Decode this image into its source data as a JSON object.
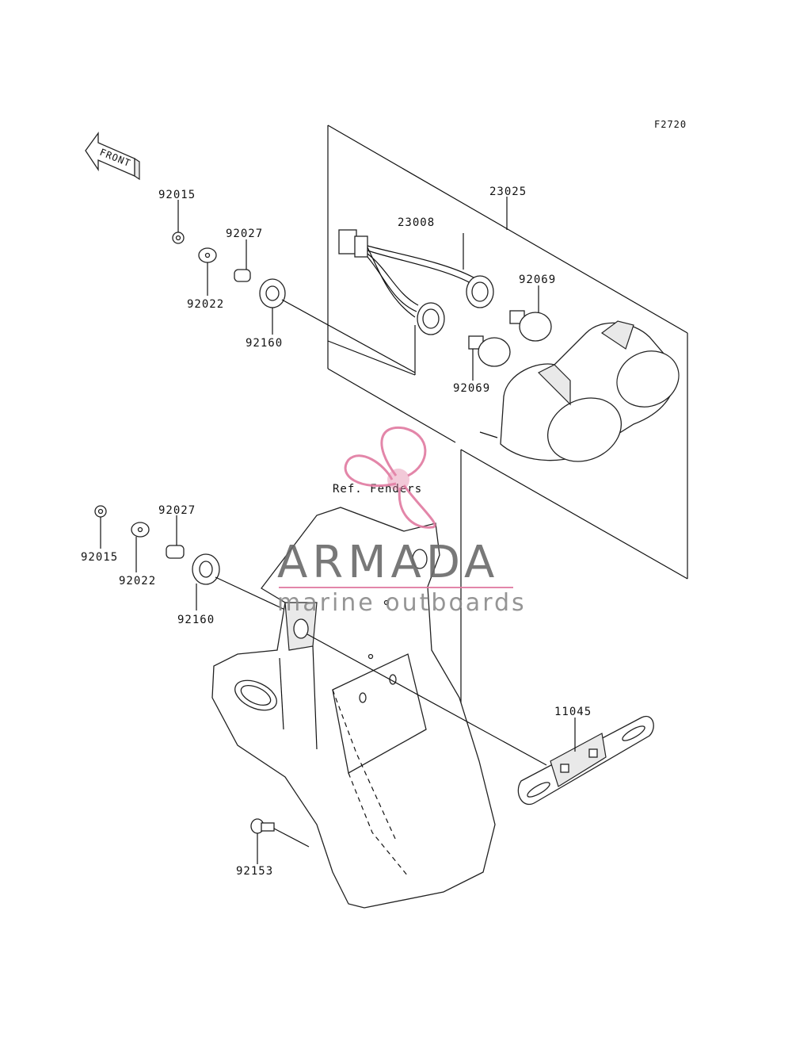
{
  "figure_code": "F2720",
  "front_label": "FRONT",
  "ref_label": "Ref. Fenders",
  "watermark": {
    "brand": "ARMADA",
    "tagline": "marine outboards",
    "accent_color": "#e07aa0",
    "text_color": "#6a6a6a"
  },
  "parts": {
    "p92015_top": "92015",
    "p92022_top": "92022",
    "p92027_top": "92027",
    "p92160_top": "92160",
    "p23025": "23025",
    "p23008": "23008",
    "p92069_top": "92069",
    "p92069_bottom": "92069",
    "p92015_left": "92015",
    "p92022_left": "92022",
    "p92027_left": "92027",
    "p92160_left": "92160",
    "p11045": "11045",
    "p92153": "92153"
  }
}
